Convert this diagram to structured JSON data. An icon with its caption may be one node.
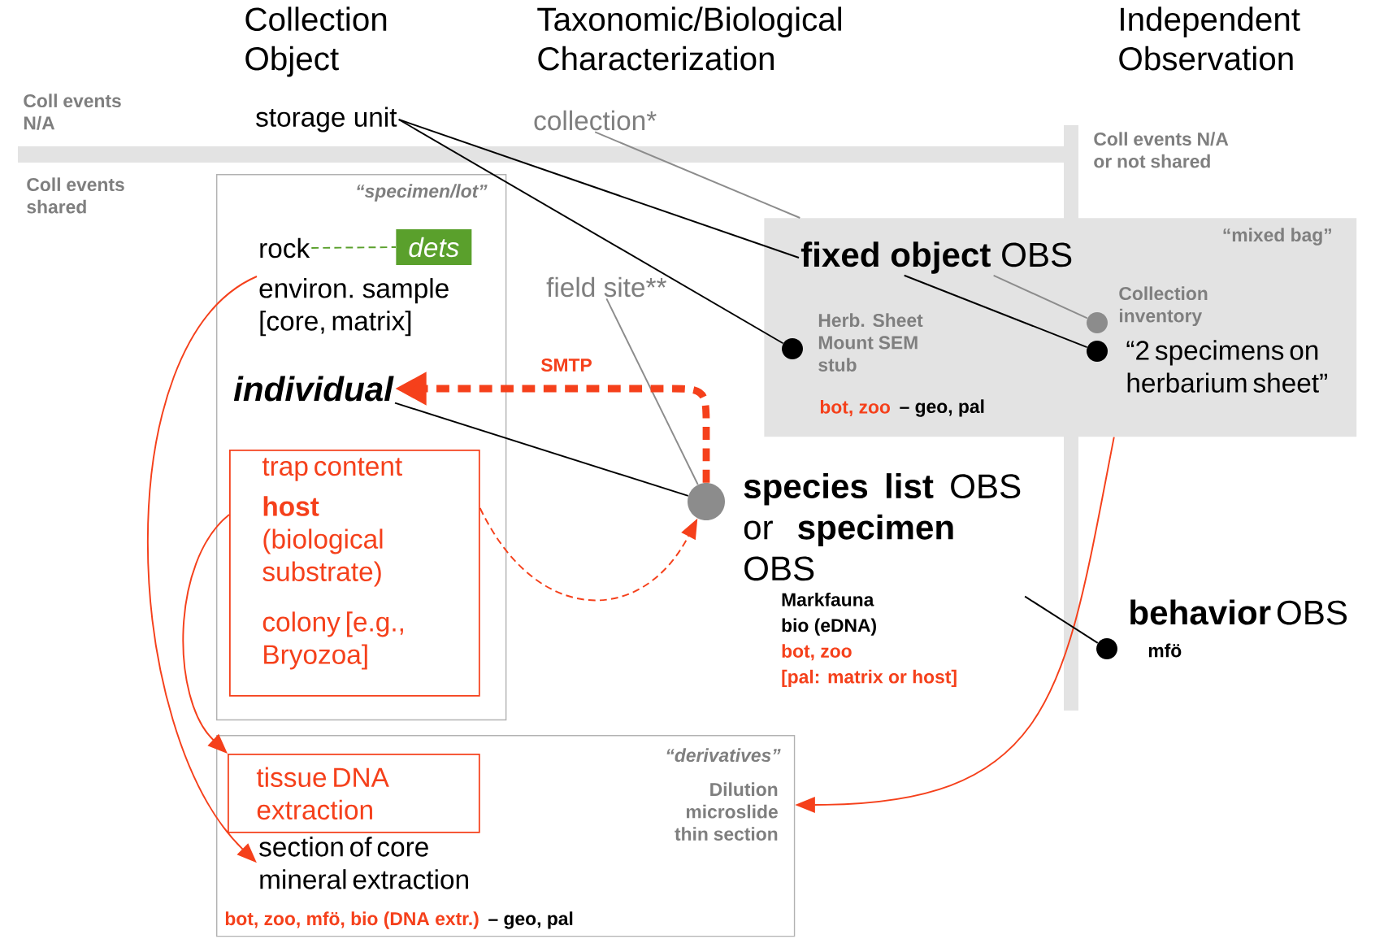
{
  "diagram": {
    "nodes": [
      {
        "text": [
          "“specimen/lot”"
        ]
      },
      {
        "text": [
          "rock"
        ],
        "in": 0
      },
      {
        "text": [
          "dets"
        ],
        "in": 0
      },
      {
        "text": [
          "environ. sample [core, matrix]"
        ],
        "in": 0
      },
      {
        "text": [
          "individual"
        ],
        "in": 0
      },
      {
        "text": [
          "trap content",
          "**host** (biological substrate)",
          "colony [e.g., Bryozoa]"
        ],
        "in": 0
      },
      {
        "text": [
          "“derivatives”",
          "Dilution microslide thin section",
          "bot, zoo, mfö, bio (DNA extr.)",
          "– geo, pal"
        ]
      },
      {
        "text": [
          "tissue DNA extraction"
        ],
        "in": 6
      },
      {
        "text": [
          "section of core mineral extraction"
        ],
        "in": 6
      },
      {
        "text": [
          "storage unit"
        ]
      },
      {
        "text": [
          "collection*"
        ]
      },
      {
        "text": [
          "field site**"
        ]
      },
      {
        "text": [
          "“mixed bag”",
          "bot, zoo",
          "– geo, pal"
        ]
      },
      {
        "text": [
          "**fixed object** OBS"
        ],
        "in": 12
      },
      {
        "text": [],
        "shape": "circle",
        "in": 12,
        "beside": [
          "Herb. Sheet Mount SEM stub"
        ]
      },
      {
        "text": [],
        "shape": "circle",
        "in": 12,
        "beside": [
          "Collection inventory"
        ]
      },
      {
        "text": [],
        "shape": "circle",
        "in": 12,
        "beside": [
          "“2 specimens on herbarium sheet”"
        ]
      },
      {
        "text": [],
        "shape": "circle"
      },
      {
        "text": [
          "**species list** OBS or **specimen** OBS",
          "Markfauna",
          "bio (eDNA)",
          "bot, zoo",
          "[pal: matrix or host]"
        ]
      },
      {
        "text": [],
        "shape": "circle",
        "beside": [
          "**behavior** OBS",
          "mfö"
        ]
      }
    ],
    "edges": [
      {
        "from": 1,
        "to": 2,
        "arrow": "none",
        "style": "dashed",
        "color": "#5aa02c"
      },
      {
        "from": 9,
        "to": 14,
        "arrow": "none"
      },
      {
        "from": 9,
        "to": 13,
        "arrow": "none"
      },
      {
        "from": 10,
        "to": 12,
        "arrow": "none",
        "color": "#8c8c8c"
      },
      {
        "from": 13,
        "to": 15,
        "arrow": "none",
        "color": "#8c8c8c"
      },
      {
        "from": 13,
        "to": 16,
        "arrow": "none"
      },
      {
        "from": 11,
        "to": 17,
        "arrow": "none",
        "color": "#8c8c8c"
      },
      {
        "from": 4,
        "to": 17,
        "arrow": "none"
      },
      {
        "from": 17,
        "to": 4,
        "arrow": "to",
        "style": "dashed",
        "color": "#f5401b",
        "label": "SMTP"
      },
      {
        "from": 5,
        "to": 17,
        "arrow": "to",
        "style": "dashed",
        "color": "#f5401b"
      },
      {
        "from": 3,
        "to": 8,
        "arrow": "to",
        "color": "#f5401b"
      },
      {
        "from": 5,
        "to": 7,
        "arrow": "to",
        "color": "#f5401b"
      },
      {
        "from": 12,
        "to": 6,
        "arrow": "to",
        "color": "#f5401b"
      },
      {
        "from": 18,
        "to": 19,
        "arrow": "none"
      }
    ],
    "labels": [
      "Collection Object",
      "Taxonomic/Biological Characterization",
      "Independent Observation",
      "Coll events N/A",
      "Coll events shared",
      "Coll events N/A or not shared"
    ]
  }
}
